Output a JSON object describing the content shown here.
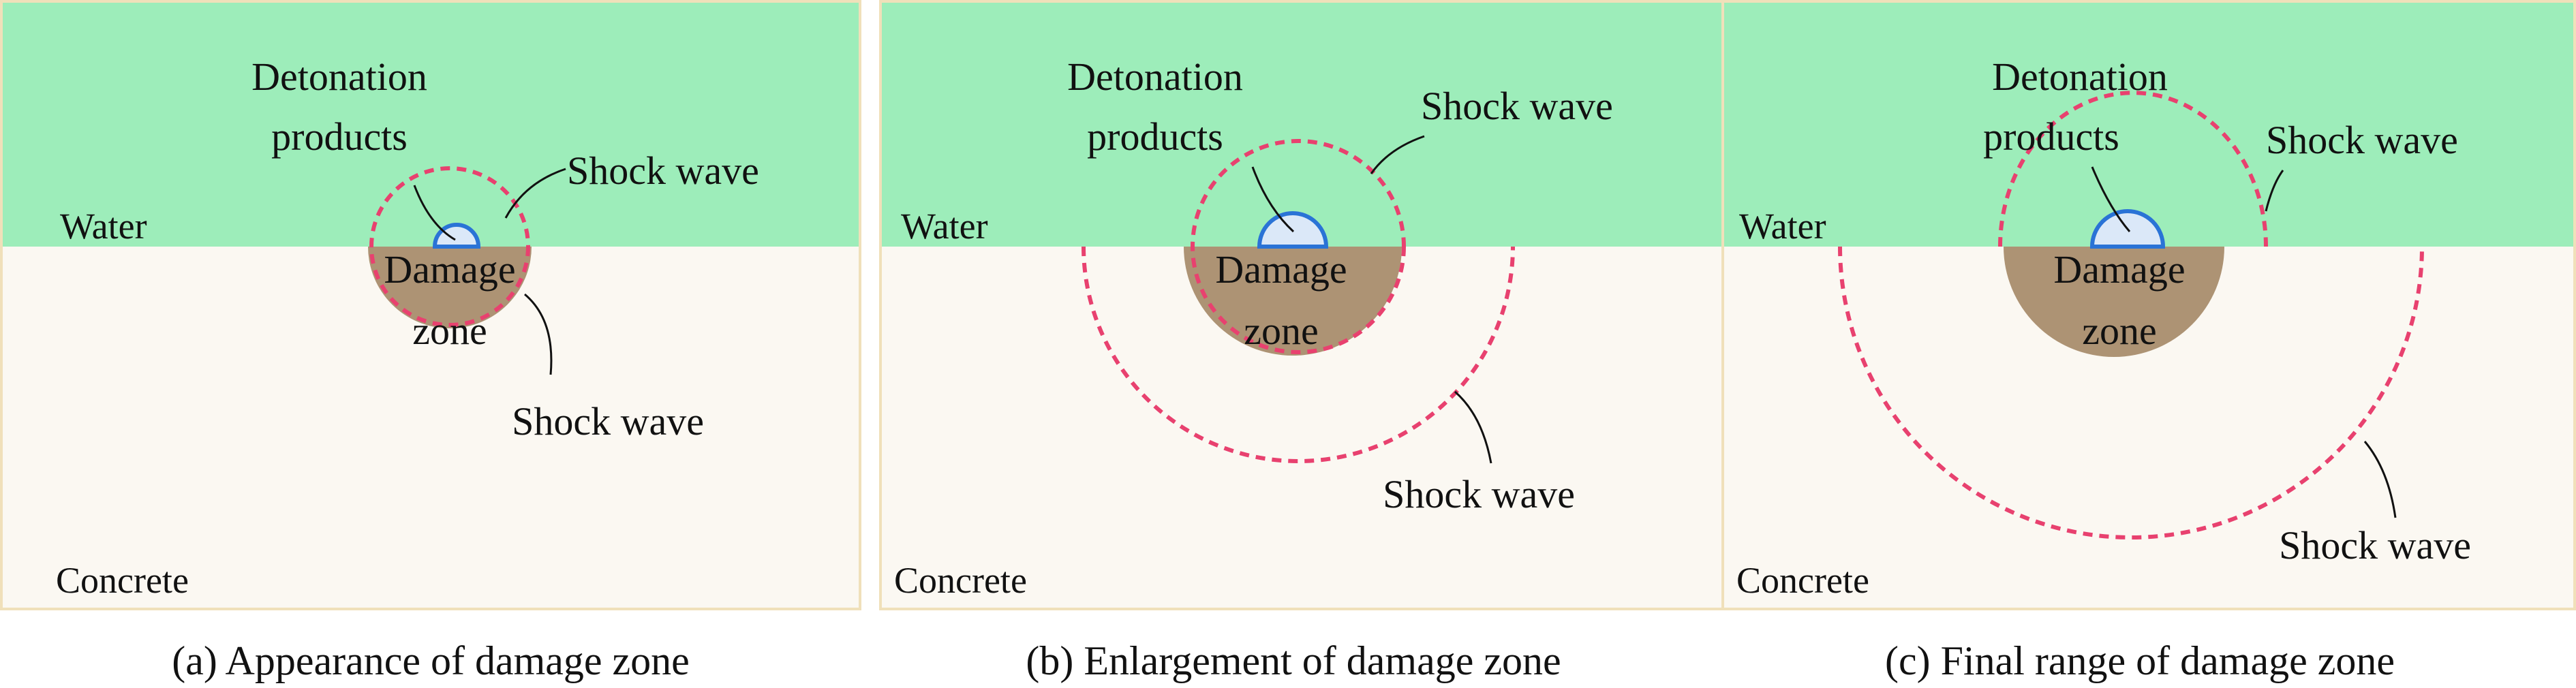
{
  "colors": {
    "water": "#9dedba",
    "concrete": "#fbf8f2",
    "panel_border": "#f0e0ba",
    "damage": "#ad9374",
    "products_fill": "#dbe8f8",
    "products_stroke": "#2a73d6",
    "shock_wave": "#e8416f"
  },
  "panels": [
    {
      "id": "a",
      "water_label": "Water",
      "concrete_label": "Concrete",
      "products_label_1": "Detonation",
      "products_label_2": "products",
      "shock_wave_upper_label": "Shock wave",
      "damage_label_1": "Damage",
      "damage_label_2": "zone",
      "shock_wave_lower_label": "Shock wave",
      "caption": "(a) Appearance of damage zone"
    },
    {
      "id": "b",
      "water_label": "Water",
      "concrete_label": "Concrete",
      "products_label_1": "Detonation",
      "products_label_2": "products",
      "shock_wave_upper_label": "Shock wave",
      "damage_label_1": "Damage",
      "damage_label_2": "zone",
      "shock_wave_lower_label": "Shock wave",
      "caption": "(b) Enlargement of damage zone"
    },
    {
      "id": "c",
      "water_label": "Water",
      "concrete_label": "Concrete",
      "products_label_1": "Detonation",
      "products_label_2": "products",
      "shock_wave_upper_label": "Shock wave",
      "damage_label_1": "Damage",
      "damage_label_2": "zone",
      "shock_wave_lower_label": "Shock wave",
      "caption": "(c) Final range of damage zone"
    }
  ]
}
